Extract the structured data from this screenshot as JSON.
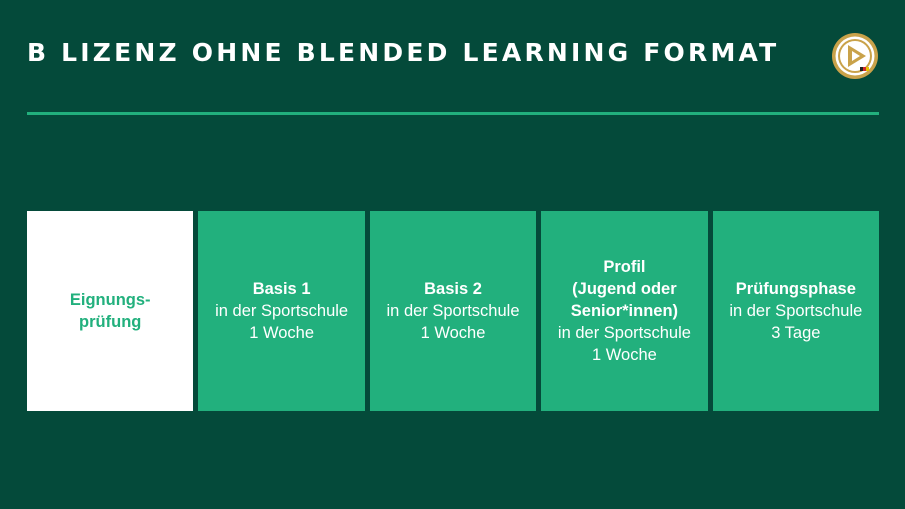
{
  "header": {
    "title": "B LIZENZ OHNE BLENDED LEARNING FORMAT",
    "logo_icon": "dfb-logo-icon"
  },
  "colors": {
    "background": "#044a3a",
    "accent": "#22b07d",
    "white": "#ffffff",
    "logo_gold": "#c9a24a"
  },
  "steps": [
    {
      "title_lines": [
        "Eignungs-",
        "prüfung"
      ],
      "detail_lines": []
    },
    {
      "title_lines": [
        "Basis 1"
      ],
      "detail_lines": [
        "in der Sportschule",
        "1 Woche"
      ]
    },
    {
      "title_lines": [
        "Basis 2"
      ],
      "detail_lines": [
        "in der Sportschule",
        "1 Woche"
      ]
    },
    {
      "title_lines": [
        "Profil",
        "(Jugend oder",
        "Senior*innen)"
      ],
      "detail_lines": [
        "in der Sportschule",
        "1 Woche"
      ]
    },
    {
      "title_lines": [
        "Prüfungsphase"
      ],
      "detail_lines": [
        "in der Sportschule",
        "3 Tage"
      ]
    }
  ]
}
